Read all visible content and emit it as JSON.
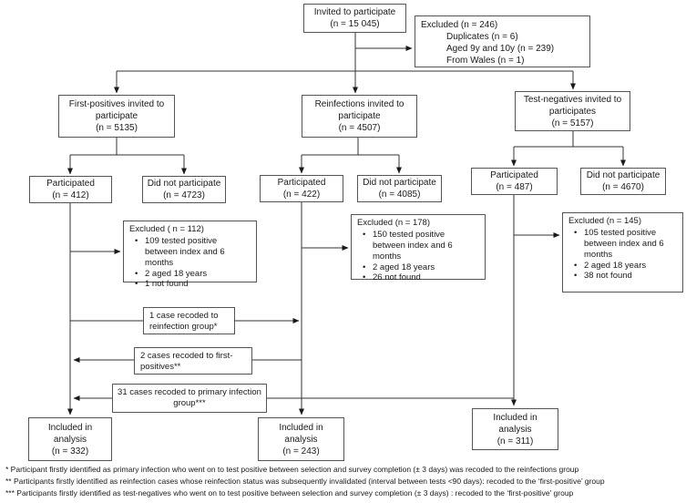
{
  "nodes": {
    "invited": {
      "line1": "Invited to participate",
      "line2": "(n = 15 045)"
    },
    "excluded_top": {
      "title": "Excluded (n = 246)",
      "items": [
        "Duplicates (n = 6)",
        "Aged 9y and 10y (n = 239)",
        "From Wales (n = 1)"
      ]
    },
    "first_positives": {
      "line1": "First-positives invited to participate",
      "line2": "(n = 5135)"
    },
    "reinfections": {
      "line1": "Reinfections invited to participate",
      "line2": "(n = 4507)"
    },
    "test_negatives": {
      "line1": "Test-negatives invited to participates",
      "line2": "(n = 5157)"
    },
    "participated_1": {
      "line1": "Participated",
      "line2": "(n = 412)"
    },
    "did_not_1": {
      "line1": "Did not participate",
      "line2": "(n = 4723)"
    },
    "participated_2": {
      "line1": "Participated",
      "line2": "(n = 422)"
    },
    "did_not_2": {
      "line1": "Did not participate",
      "line2": "(n = 4085)"
    },
    "participated_3": {
      "line1": "Participated",
      "line2": "(n = 487)"
    },
    "did_not_3": {
      "line1": "Did not participate",
      "line2": "(n = 4670)"
    },
    "excluded_1": {
      "title": "Excluded ( n = 112)",
      "bullets": [
        "109 tested positive between index and 6 months",
        "2 aged 18 years",
        "1 not found"
      ]
    },
    "excluded_2": {
      "title": "Excluded (n = 178)",
      "bullets": [
        "150 tested positive between index and 6 months",
        "2 aged 18 years",
        "26 not found"
      ]
    },
    "excluded_3": {
      "title": "Excluded (n = 145)",
      "bullets": [
        "105 tested positive between index and 6 months",
        "2 aged 18 years",
        "38 not found"
      ]
    },
    "recode_1": {
      "text": "1 case recoded to reinfection group*"
    },
    "recode_2": {
      "text": "2 cases recoded to first-positives**"
    },
    "recode_3": {
      "text": "31 cases recoded to primary infection group***"
    },
    "included_1": {
      "line1": "Included in analysis",
      "line2": "(n = 332)"
    },
    "included_2": {
      "line1": "Included in analysis",
      "line2": "(n = 243)"
    },
    "included_3": {
      "line1": "Included in analysis",
      "line2": "(n = 311)"
    }
  },
  "footnotes": [
    "* Participant firstly identified as primary infection who went on to test positive between selection and survey completion (± 3 days) was recoded to the reinfections group",
    "** Participants firstly identified as reinfection cases whose reinfection status was subsequently invalidated (interval between tests <90 days): recoded to the ‘first-positive’ group",
    "*** Participants firstly identified as test-negatives who went on to test positive between selection and survey completion (± 3 days) : recoded to the ‘first-positive’ group"
  ],
  "colors": {
    "box_border": "#555555",
    "line": "#333333",
    "text": "#1a1a1a",
    "background": "#ffffff"
  }
}
